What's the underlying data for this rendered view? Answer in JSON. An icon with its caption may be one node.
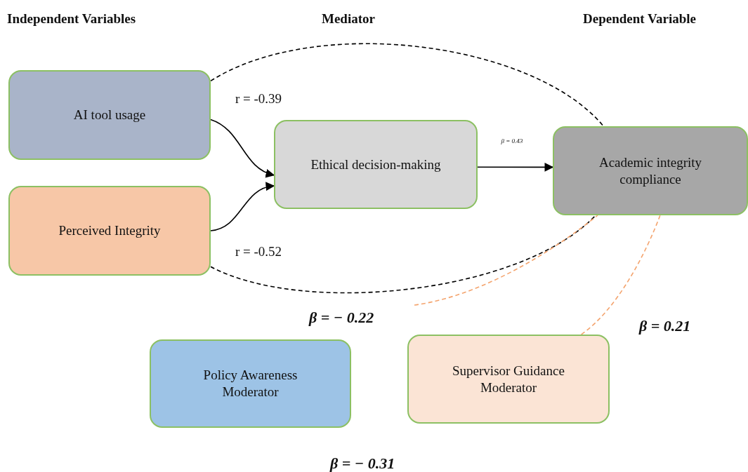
{
  "diagram": {
    "nodes": [
      {
        "text": [
          "AI tool usage"
        ]
      },
      {
        "text": [
          "Perceived Integrity"
        ]
      },
      {
        "text": [
          "Ethical decision-making"
        ]
      },
      {
        "text": [
          "Academic integrity compliance"
        ]
      },
      {
        "text": [
          "Policy Awareness Moderator"
        ]
      },
      {
        "text": [
          "Supervisor Guidance Moderator"
        ]
      }
    ],
    "edges": [
      {
        "from": 0,
        "to": 2,
        "arrow": "to"
      },
      {
        "from": 1,
        "to": 2,
        "arrow": "to"
      },
      {
        "from": 2,
        "to": 3,
        "arrow": "to",
        "label": "β = 0.43"
      },
      {
        "from": 0,
        "to": 3,
        "arrow": "none",
        "style": "dashed"
      },
      {
        "from": 1,
        "to": 3,
        "arrow": "none",
        "style": "dashed"
      },
      {
        "from": null,
        "to": 3,
        "arrow": "none",
        "style": "dashed",
        "color": "#f4a46e"
      },
      {
        "from": 5,
        "to": 3,
        "arrow": "none",
        "style": "dashed",
        "color": "#f4a46e"
      }
    ],
    "labels": [
      "Independent Variables",
      "Mediator",
      "Dependent Variable",
      "r = -0.39",
      "r = -0.52",
      "β = − 0.22",
      "β = 0.21",
      "β = − 0.31"
    ]
  }
}
